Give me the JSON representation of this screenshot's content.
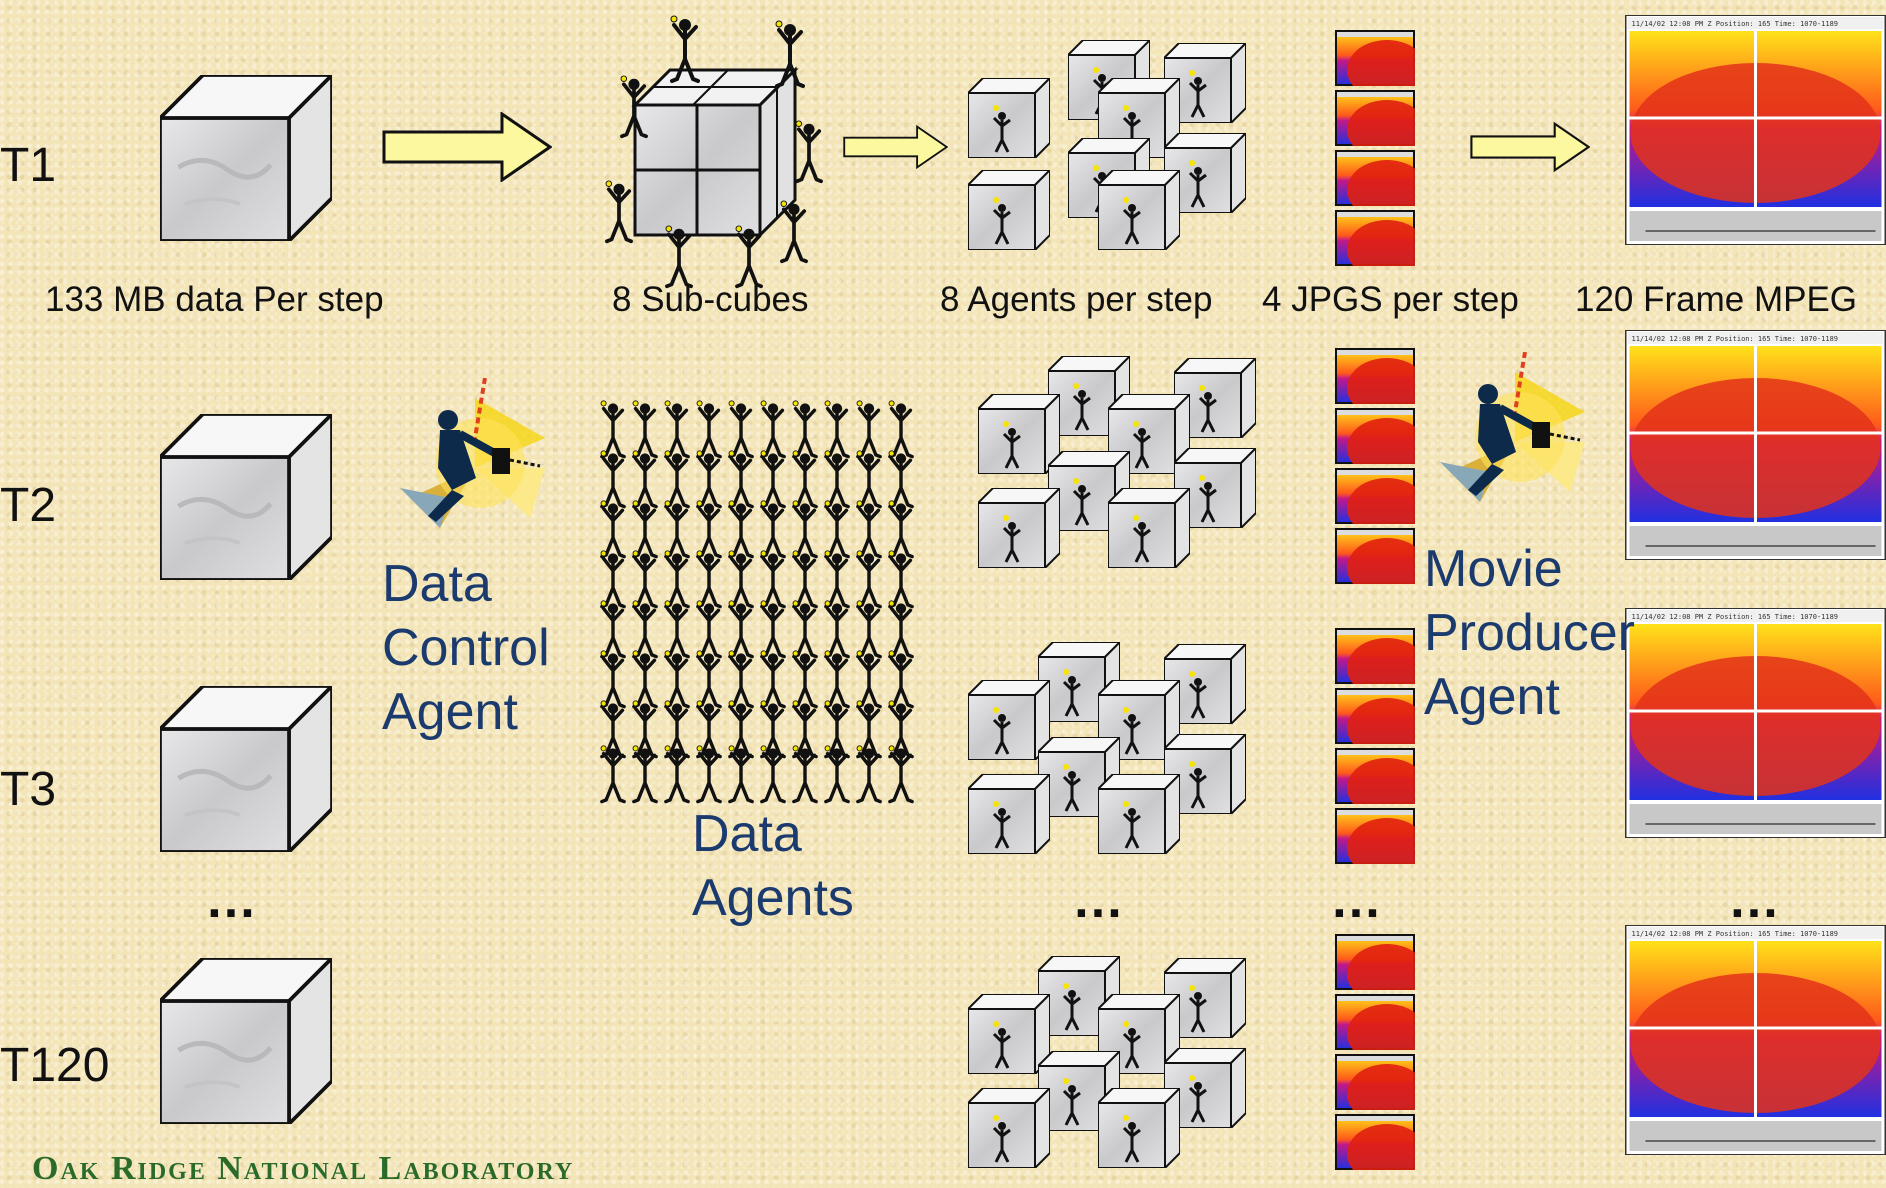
{
  "time_steps": {
    "t1": "T1",
    "t2": "T2",
    "t3": "T3",
    "t120": "T120"
  },
  "captions": {
    "data_per_step": "133 MB data Per step",
    "sub_cubes": "8 Sub-cubes",
    "agents_per_step": "8 Agents per step",
    "jpgs_per_step": "4 JPGS per step",
    "frame_mpeg": "120 Frame MPEG"
  },
  "agents": {
    "data_control": [
      "Data",
      "Control",
      "Agent"
    ],
    "data_agents": [
      "Data",
      "Agents"
    ],
    "movie_producer": [
      "Movie",
      "Producer",
      "Agent"
    ]
  },
  "ellipsis": "…",
  "footer": "Oak Ridge National Laboratory",
  "colors": {
    "accent_blue": "#1b3a6e",
    "arrow_fill": "#fbf8a0",
    "footer_green": "#2a6b2a"
  }
}
